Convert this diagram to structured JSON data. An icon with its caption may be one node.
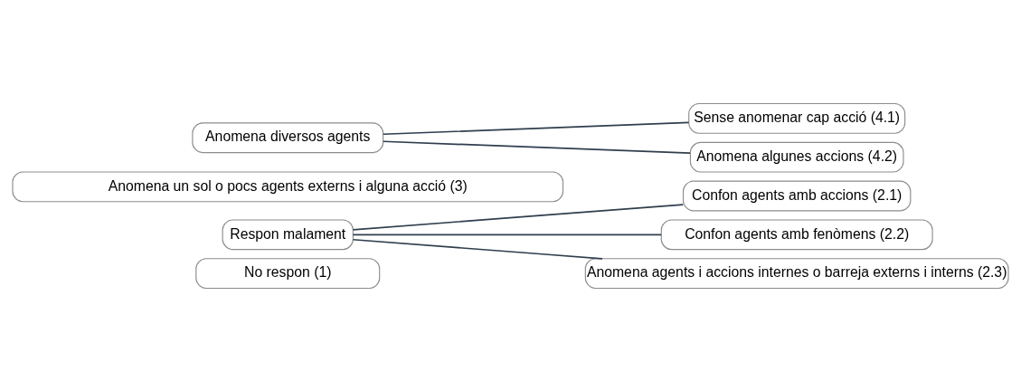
{
  "diagram": {
    "nodes": [
      {
        "text": [
          "No respon (1)"
        ]
      },
      {
        "text": [
          "Respon malament"
        ]
      },
      {
        "text": [
          "Confon agents amb accions (2.1)"
        ]
      },
      {
        "text": [
          "Confon agents amb fenòmens (2.2)"
        ]
      },
      {
        "text": [
          "Anomena agents i accions internes o barreja externs i interns (2.3)"
        ]
      },
      {
        "text": [
          "Anomena un sol o pocs agents externs i alguna acció (3)"
        ]
      },
      {
        "text": [
          "Anomena diversos agents"
        ]
      },
      {
        "text": [
          "Sense anomenar cap acció (4.1)"
        ]
      },
      {
        "text": [
          "Anomena algunes accions (4.2)"
        ]
      }
    ],
    "edges": [
      {
        "from": 1,
        "to": 2,
        "arrow": "none"
      },
      {
        "from": 1,
        "to": 3,
        "arrow": "none"
      },
      {
        "from": 1,
        "to": 4,
        "arrow": "none"
      },
      {
        "from": 6,
        "to": 7,
        "arrow": "none"
      },
      {
        "from": 6,
        "to": 8,
        "arrow": "none"
      }
    ]
  }
}
